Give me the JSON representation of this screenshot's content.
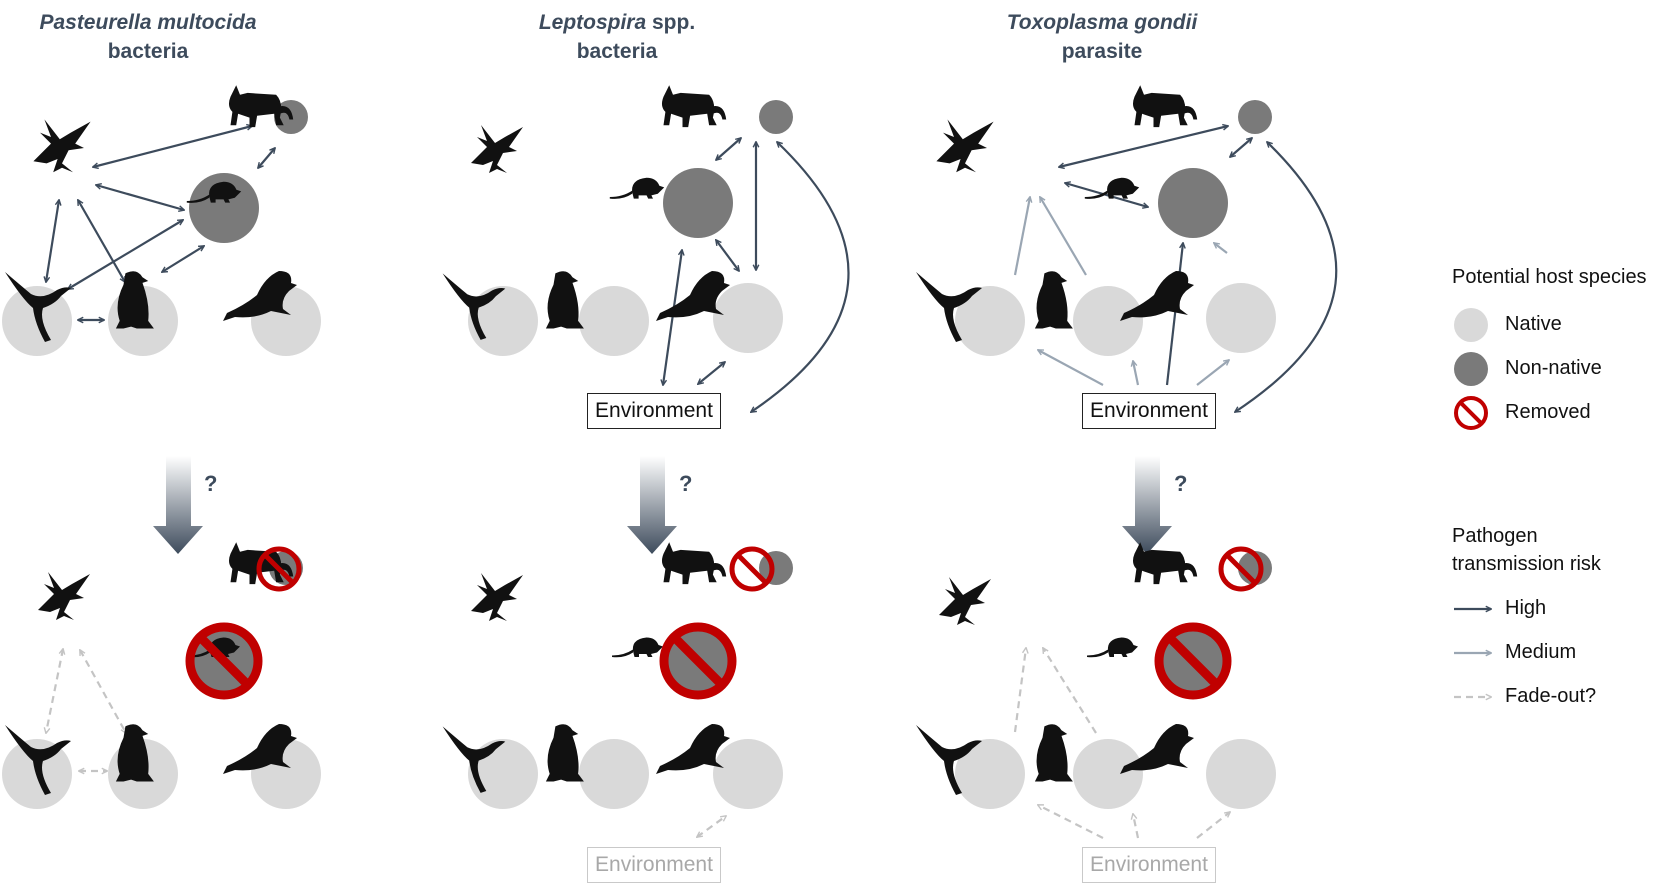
{
  "panels": [
    {
      "organism": "Pasteurella multocida",
      "spp": "",
      "type": "bacteria"
    },
    {
      "organism": "Leptospira",
      "spp": " spp.",
      "type": "bacteria"
    },
    {
      "organism": "Toxoplasma gondii",
      "spp": "",
      "type": "parasite"
    }
  ],
  "environment_label": "Environment",
  "question_mark": "?",
  "legend": {
    "hosts_title": "Potential host species",
    "native": "Native",
    "non_native": "Non-native",
    "removed": "Removed",
    "risk_title_line1": "Pathogen",
    "risk_title_line2": "transmission risk",
    "high": "High",
    "medium": "Medium",
    "fade_out": "Fade-out?"
  },
  "colors": {
    "native_circle": "#d9d9d9",
    "non_native_circle": "#7a7a7a",
    "removed_red": "#c00000",
    "high_arrow": "#3d4b5c",
    "medium_arrow": "#9aa6b3",
    "fadeout_arrow": "#c4c4c4",
    "silhouette": "#111111"
  },
  "species_icons": [
    "bird-skua-icon",
    "cat-icon",
    "rat-icon",
    "albatross-icon",
    "penguin-icon",
    "seal-icon"
  ]
}
